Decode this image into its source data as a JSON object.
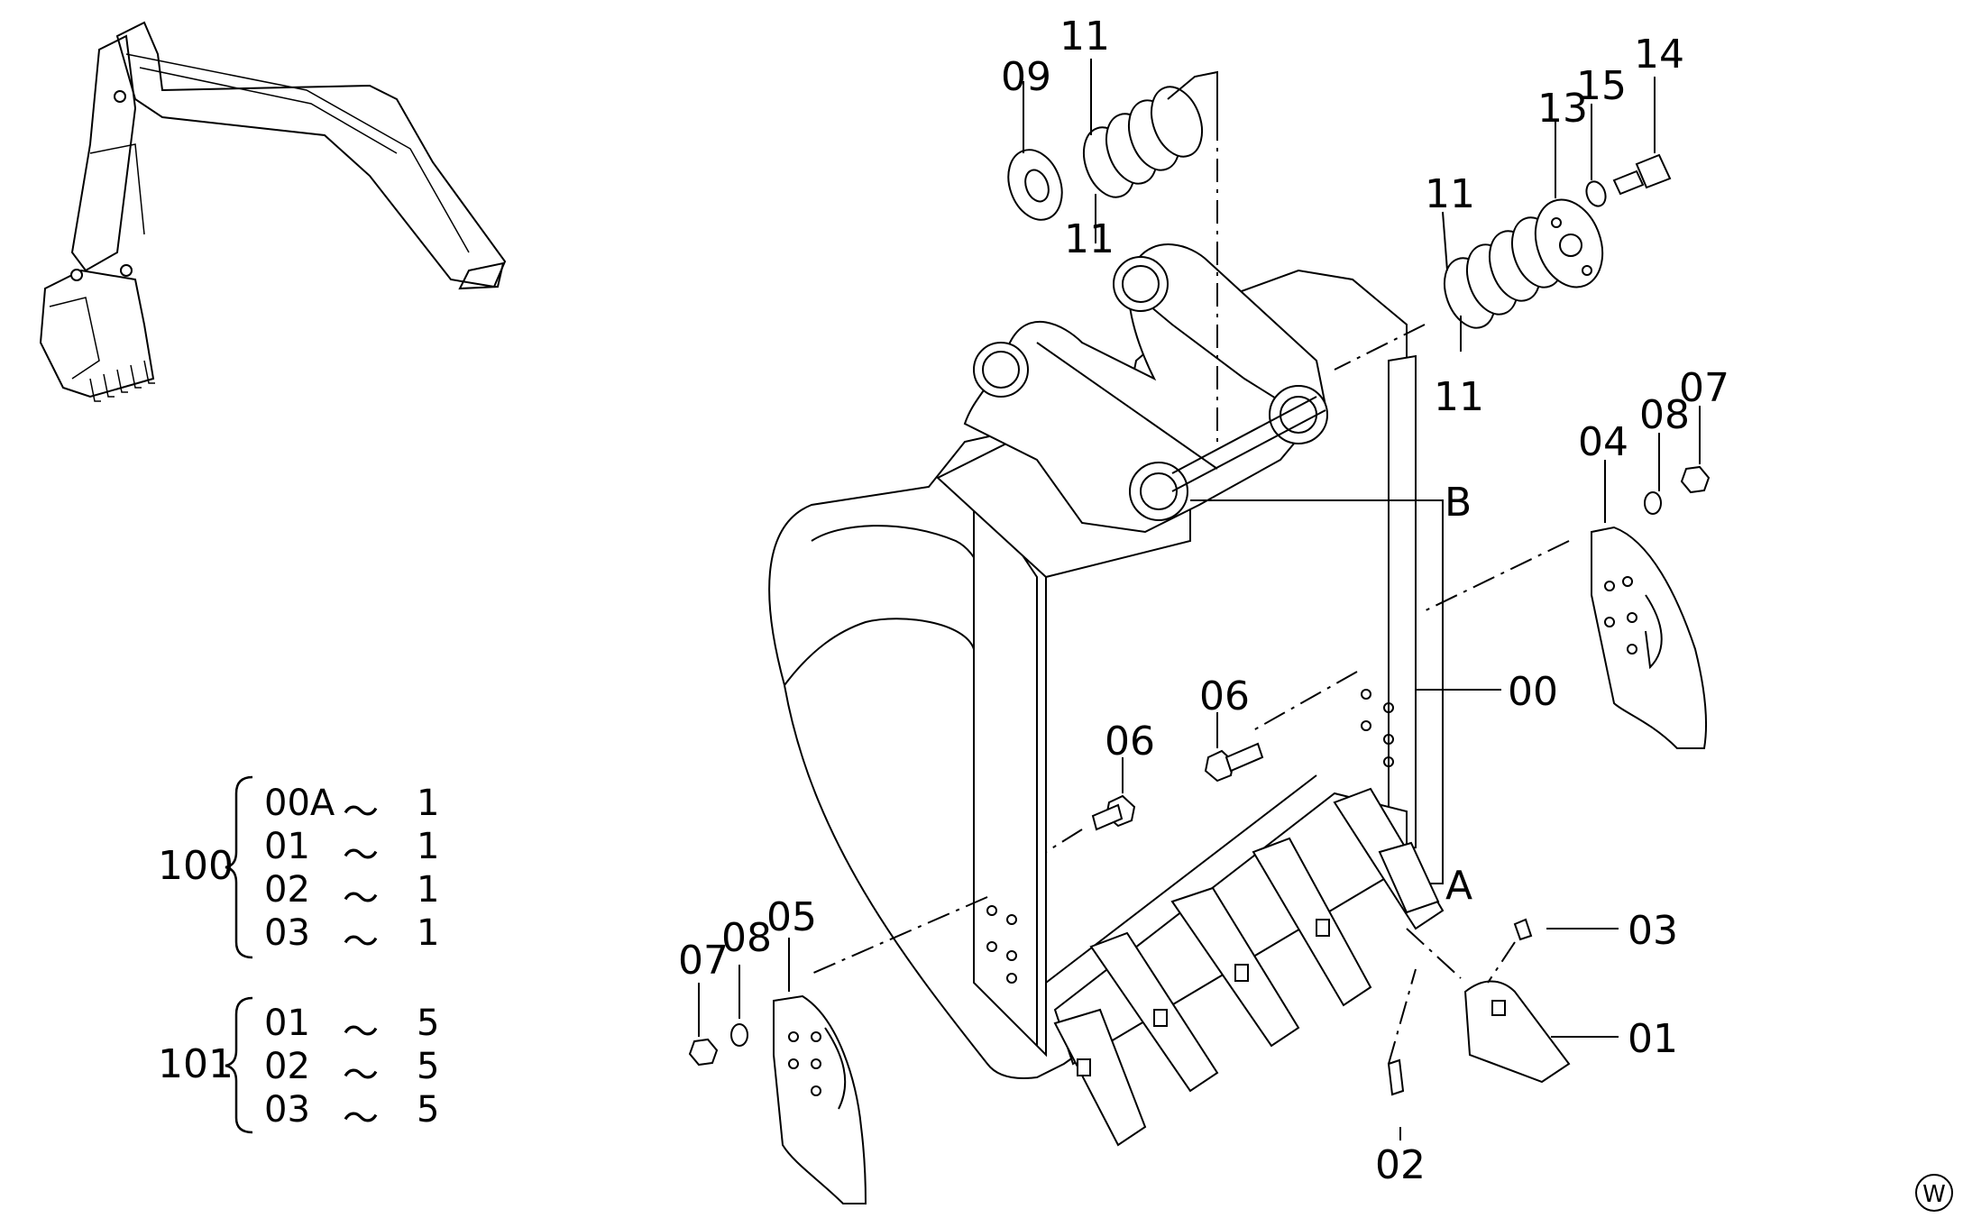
{
  "callouts": {
    "c00": "00",
    "c01": "01",
    "c02": "02",
    "c03": "03",
    "c04": "04",
    "c05": "05",
    "c06a": "06",
    "c06b": "06",
    "c07a": "07",
    "c07b": "07",
    "c08a": "08",
    "c08b": "08",
    "c09": "09",
    "c11a": "11",
    "c11b": "11",
    "c11c": "11",
    "c11d": "11",
    "c13": "13",
    "c14": "14",
    "c15": "15",
    "refA": "A",
    "refB": "B"
  },
  "bom_groups": [
    {
      "code": "100",
      "rows": [
        {
          "part": "00A",
          "qty": "1"
        },
        {
          "part": "01",
          "qty": "1"
        },
        {
          "part": "02",
          "qty": "1"
        },
        {
          "part": "03",
          "qty": "1"
        }
      ]
    },
    {
      "code": "101",
      "rows": [
        {
          "part": "01",
          "qty": "5"
        },
        {
          "part": "02",
          "qty": "5"
        },
        {
          "part": "03",
          "qty": "5"
        }
      ]
    }
  ],
  "range_symbol": "～",
  "corner_mark": "W"
}
